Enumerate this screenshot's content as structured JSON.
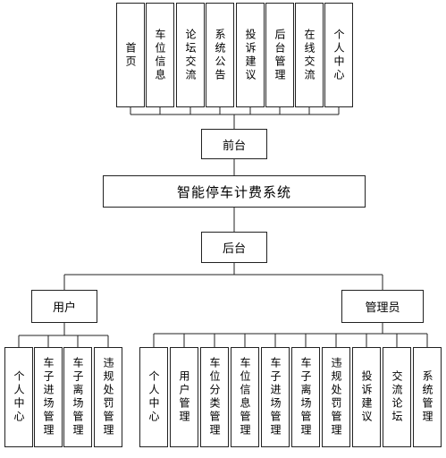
{
  "system_title": "智能停车计费系统",
  "frontend": {
    "label": "前台",
    "modules": [
      "首页",
      "车位信息",
      "论坛交流",
      "系统公告",
      "投诉建议",
      "后台管理",
      "在线交流",
      "个人中心"
    ]
  },
  "backend": {
    "label": "后台",
    "user": {
      "label": "用户",
      "modules": [
        "个人中心",
        "车子进场管理",
        "车子离场管理",
        "违规处罚管理"
      ]
    },
    "admin": {
      "label": "管理员",
      "modules": [
        "个人中心",
        "用户管理",
        "车位分类管理",
        "车位信息管理",
        "车子进场管理",
        "车子离场管理",
        "违规处罚管理",
        "投诉建议",
        "交流论坛",
        "系统管理"
      ]
    }
  }
}
